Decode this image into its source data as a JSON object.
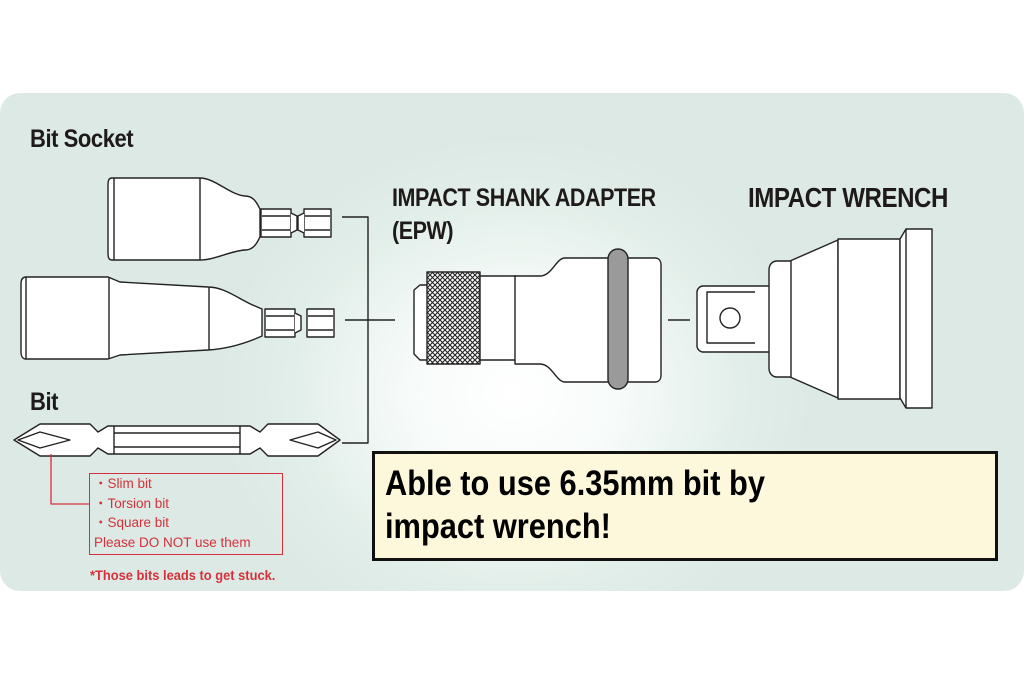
{
  "labels": {
    "bit_socket": "Bit Socket",
    "bit": "Bit",
    "adapter_line1": "IMPACT SHANK ADAPTER",
    "adapter_line2": "(EPW)",
    "impact_wrench": "IMPACT WRENCH"
  },
  "warning": {
    "items": [
      "・Slim bit",
      "・Torsion bit",
      "・Square bit"
    ],
    "instruction": "Please DO NOT use them",
    "note": "*Those bits leads to get stuck."
  },
  "callout": {
    "text": "Able to use 6.35mm bit by\nimpact wrench!"
  },
  "colors": {
    "panel_bg": "#dce9e4",
    "warning_red": "#d6313a",
    "callout_bg": "#fdf8dc",
    "knurl_gray": "#555555",
    "oring_gray": "#9a9a9a"
  }
}
